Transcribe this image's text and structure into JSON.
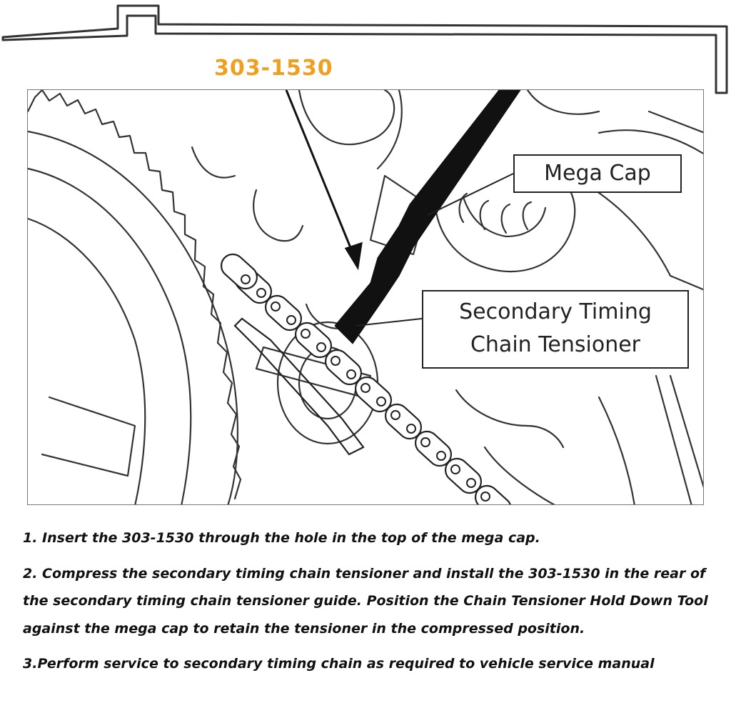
{
  "tool": {
    "part_number": "303-1530"
  },
  "colors": {
    "tool_label": "#f0a020",
    "tool_outline": "#333333",
    "line_art": "#333333"
  },
  "callouts": {
    "mega_cap": "Mega Cap",
    "tensioner_line1": "Secondary Timing",
    "tensioner_line2": "Chain Tensioner"
  },
  "instructions": [
    "1. Insert the 303-1530 through the hole in the top of the mega cap.",
    "2. Compress the secondary timing chain tensioner and install the 303-1530 in the rear of the secondary timing chain tensioner guide. Position the Chain Tensioner Hold Down Tool against the mega cap to retain the tensioner in the compressed position.",
    "3.Perform service to secondary timing chain as required to vehicle service manual"
  ]
}
